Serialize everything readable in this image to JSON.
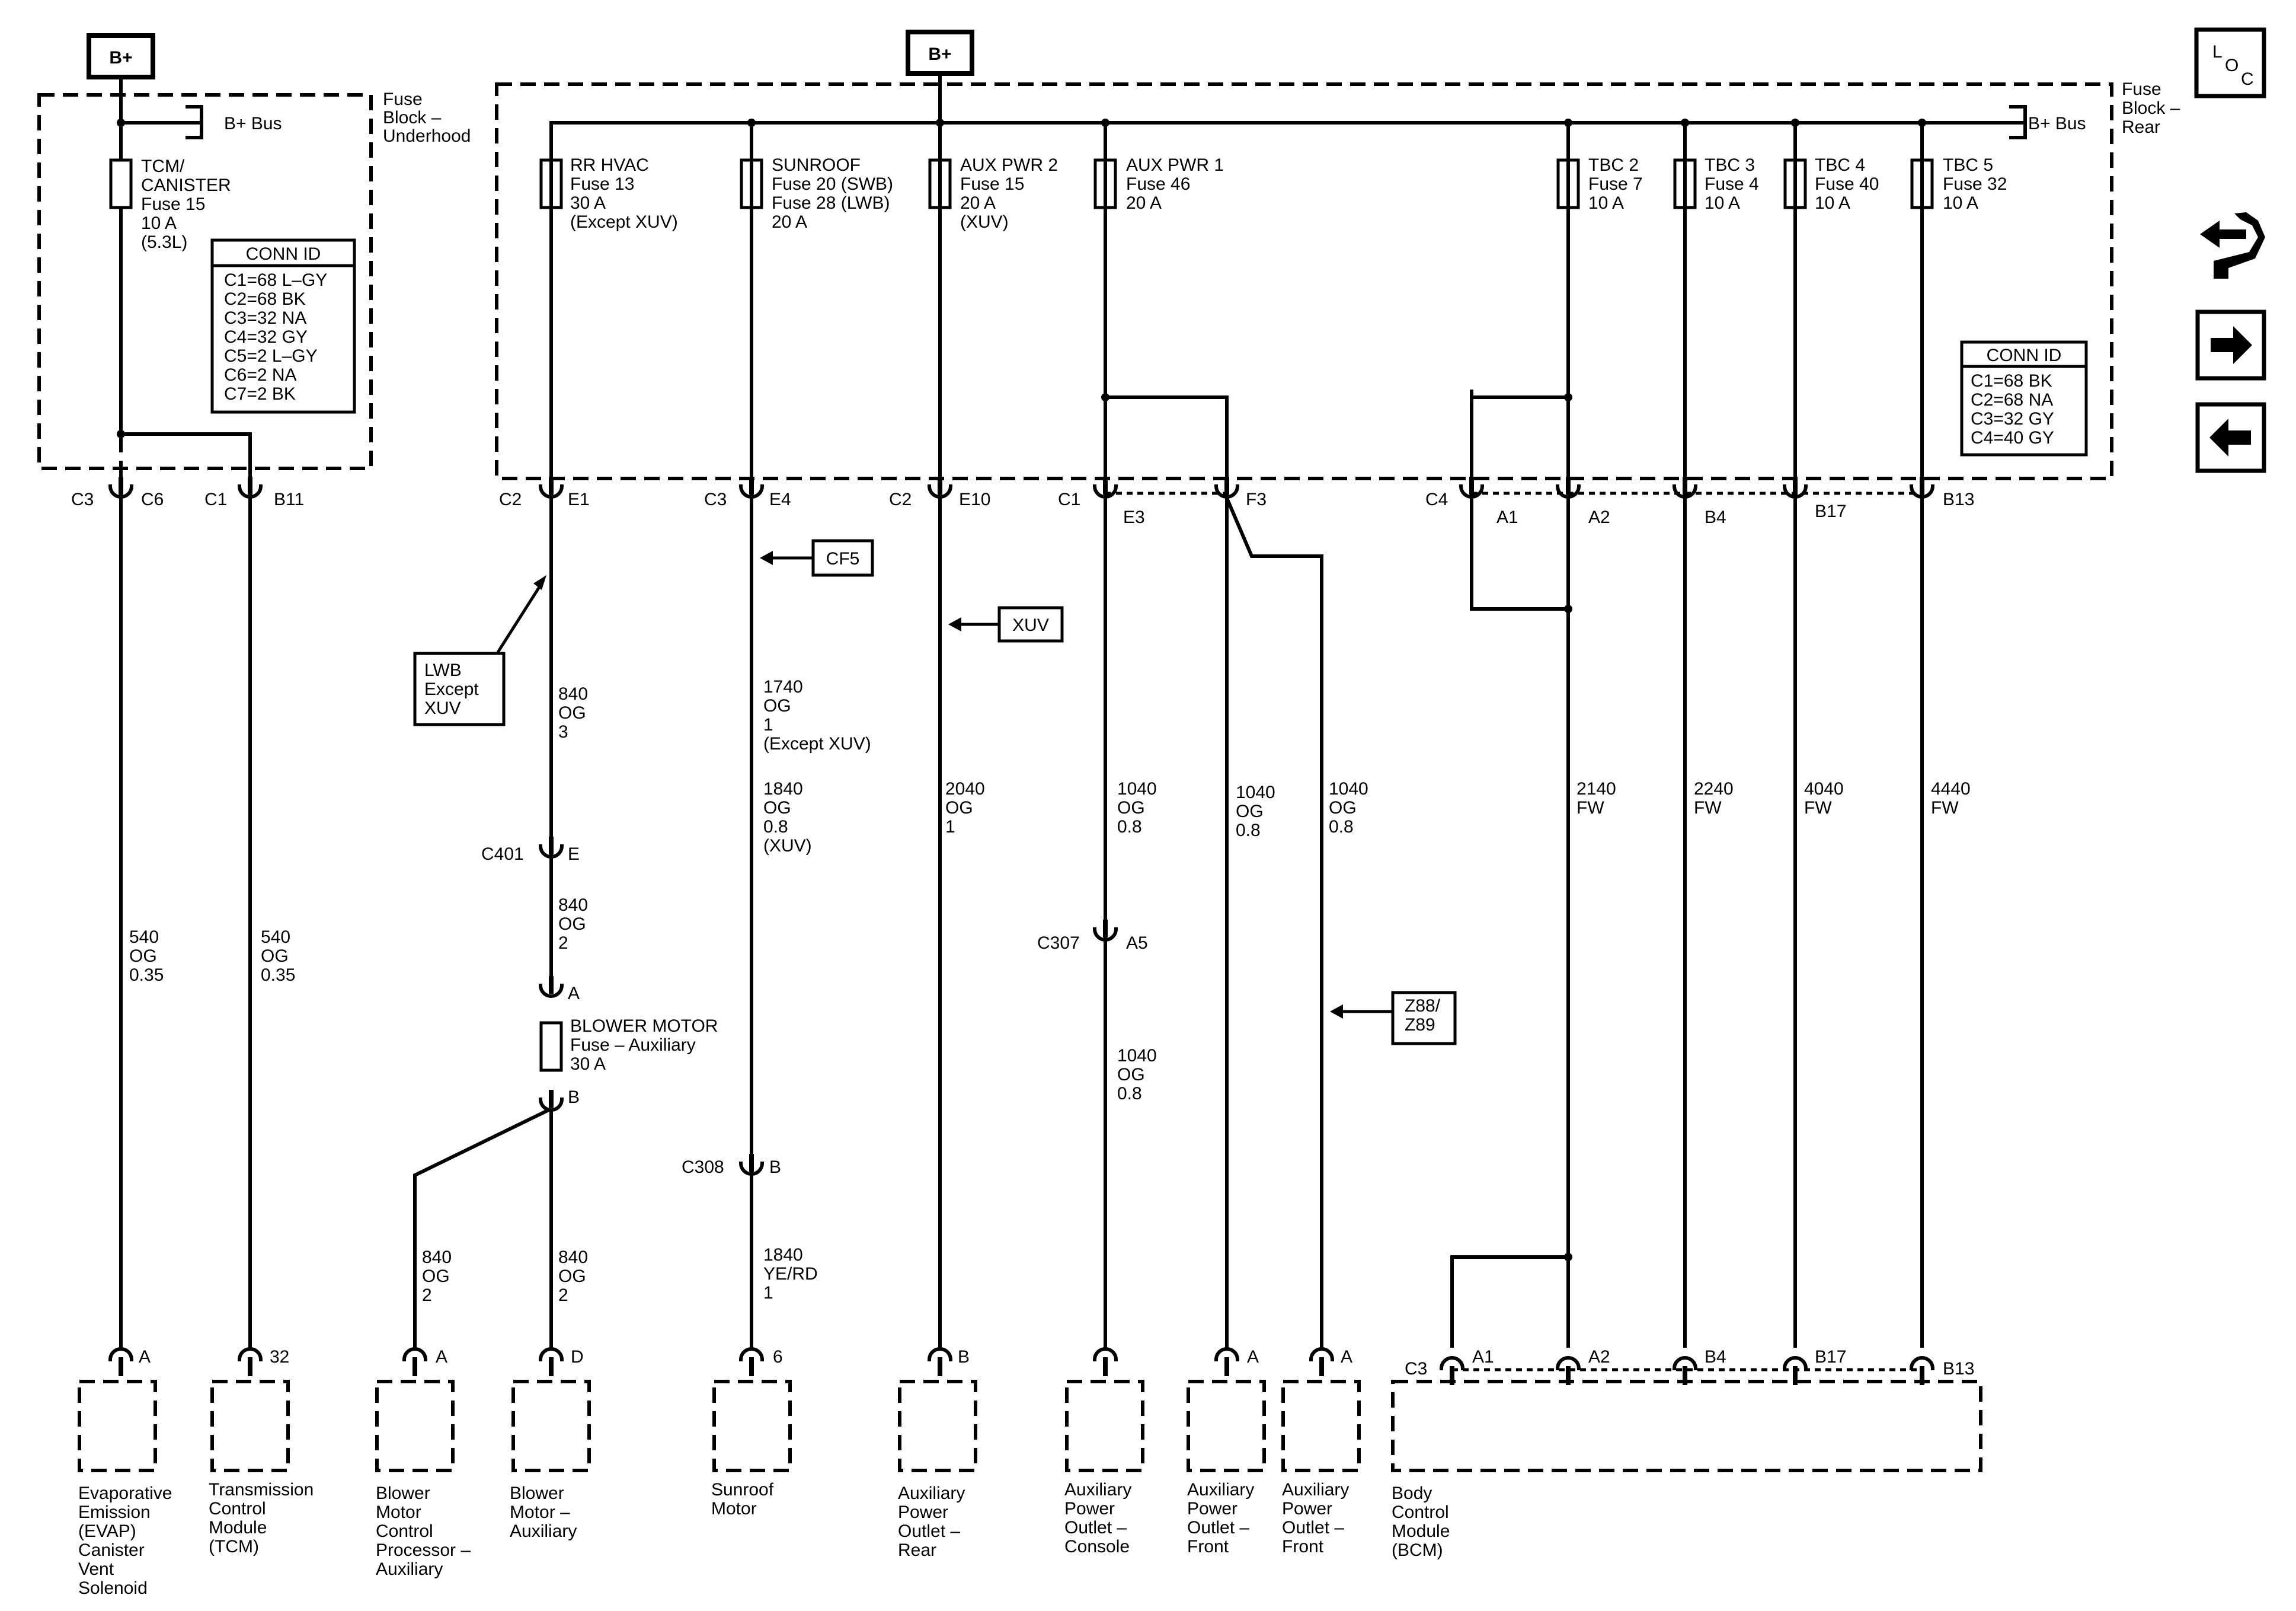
{
  "bplus_label": "B+",
  "bplus_bus": "B+ Bus",
  "loc": {
    "l": "L",
    "o": "O",
    "c": "C"
  },
  "fuse_block_underhood": [
    "Fuse",
    "Block –",
    "Underhood"
  ],
  "fuse_block_rear": [
    "Fuse",
    "Block –",
    "Rear"
  ],
  "conn_id_title": "CONN ID",
  "conn_underhood": [
    "C1=68 L–GY",
    "C2=68 BK",
    "C3=32 NA",
    "C4=32 GY",
    "C5=2 L–GY",
    "C6=2 NA",
    "C7=2 BK"
  ],
  "conn_rear": [
    "C1=68 BK",
    "C2=68 NA",
    "C3=32 GY",
    "C4=40 GY"
  ],
  "fuses": {
    "tcm": [
      "TCM/",
      "CANISTER",
      "Fuse 15",
      "10 A",
      "(5.3L)"
    ],
    "rrhvac": [
      "RR HVAC",
      "Fuse 13",
      "30 A",
      "(Except XUV)"
    ],
    "sunroof": [
      "SUNROOF",
      "Fuse 20 (SWB)",
      "Fuse 28 (LWB)",
      "20 A"
    ],
    "aux2": [
      "AUX PWR 2",
      "Fuse 15",
      "20 A",
      "(XUV)"
    ],
    "aux1": [
      "AUX PWR 1",
      "Fuse 46",
      "20 A"
    ],
    "tbc2": [
      "TBC 2",
      "Fuse 7",
      "10 A"
    ],
    "tbc3": [
      "TBC 3",
      "Fuse 4",
      "10 A"
    ],
    "tbc4": [
      "TBC 4",
      "Fuse 40",
      "10 A"
    ],
    "tbc5": [
      "TBC 5",
      "Fuse 32",
      "10 A"
    ],
    "blower": [
      "BLOWER MOTOR",
      "Fuse – Auxiliary",
      "30 A"
    ]
  },
  "pins": {
    "c3": "C3",
    "c6": "C6",
    "c1": "C1",
    "b11": "B11",
    "c2": "C2",
    "e1": "E1",
    "c3b": "C3",
    "e4": "E4",
    "c2b": "C2",
    "e10": "E10",
    "c1b": "C1",
    "e3": "E3",
    "f3": "F3",
    "c4": "C4",
    "a1": "A1",
    "a2": "A2",
    "b4": "B4",
    "b17": "B17",
    "b13": "B13",
    "c401": "C401",
    "e": "E",
    "a": "A",
    "bb": "B",
    "c307": "C307",
    "a5": "A5",
    "c308": "C308",
    "b308": "B",
    "end_a1": "A",
    "end_32": "32",
    "end_a2": "A",
    "end_d": "D",
    "end_6": "6",
    "end_b": "B",
    "end_a3": "A",
    "end_a4": "A",
    "bcm_c3": "C3",
    "bcm_a1": "A1",
    "bcm_a2": "A2",
    "bcm_b4": "B4",
    "bcm_b17": "B17",
    "bcm_b13": "B13"
  },
  "wires": {
    "w540a": [
      "540",
      "OG",
      "0.35"
    ],
    "w540b": [
      "540",
      "OG",
      "0.35"
    ],
    "w840_3": [
      "840",
      "OG",
      "3"
    ],
    "w840_2a": [
      "840",
      "OG",
      "2"
    ],
    "w840_2b": [
      "840",
      "OG",
      "2"
    ],
    "w840_2c": [
      "840",
      "OG",
      "2"
    ],
    "w1740": [
      "1740",
      "OG",
      "1",
      "(Except XUV)"
    ],
    "w1840": [
      "1840",
      "OG",
      "0.8",
      "(XUV)"
    ],
    "w1840yr": [
      "1840",
      "YE/RD",
      "1"
    ],
    "w2040": [
      "2040",
      "OG",
      "1"
    ],
    "w1040a": [
      "1040",
      "OG",
      "0.8"
    ],
    "w1040b": [
      "1040",
      "OG",
      "0.8"
    ],
    "w1040c": [
      "1040",
      "OG",
      "0.8"
    ],
    "w1040d": [
      "1040",
      "OG",
      "0.8"
    ],
    "w2140": [
      "2140",
      "FW"
    ],
    "w2240": [
      "2240",
      "FW"
    ],
    "w4040": [
      "4040",
      "FW"
    ],
    "w4440": [
      "4440",
      "FW"
    ]
  },
  "flags": {
    "lwb": [
      "LWB",
      "Except",
      "XUV"
    ],
    "cf5": "CF5",
    "xuv": "XUV",
    "z88": [
      "Z88/",
      "Z89"
    ]
  },
  "components": {
    "evap": [
      "Evaporative",
      "Emission",
      "(EVAP)",
      "Canister",
      "Vent",
      "Solenoid"
    ],
    "tcm": [
      "Transmission",
      "Control",
      "Module",
      "(TCM)"
    ],
    "bmcp": [
      "Blower",
      "Motor",
      "Control",
      "Processor –",
      "Auxiliary"
    ],
    "bma": [
      "Blower",
      "Motor –",
      "Auxiliary"
    ],
    "sunroof": [
      "Sunroof",
      "Motor"
    ],
    "apo_rear": [
      "Auxiliary",
      "Power",
      "Outlet –",
      "Rear"
    ],
    "apo_console": [
      "Auxiliary",
      "Power",
      "Outlet –",
      "Console"
    ],
    "apo_front1": [
      "Auxiliary",
      "Power",
      "Outlet –",
      "Front"
    ],
    "apo_front2": [
      "Auxiliary",
      "Power",
      "Outlet –",
      "Front"
    ],
    "bcm": [
      "Body",
      "Control",
      "Module",
      "(BCM)"
    ]
  }
}
